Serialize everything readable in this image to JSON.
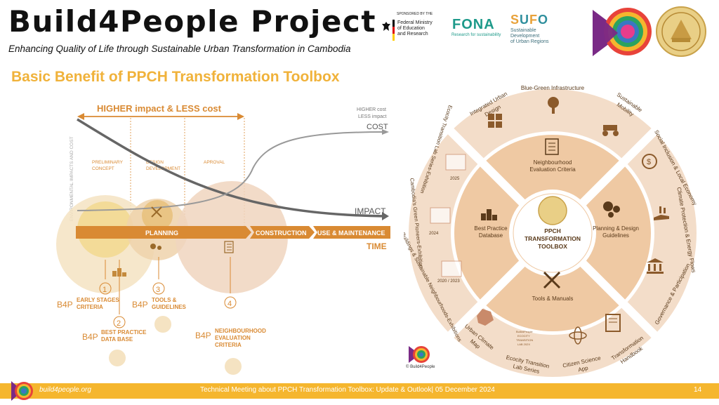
{
  "header": {
    "title": "Build4People Project",
    "subtitle": "Enhancing Quality of Life through Sustainable Urban Transformation in Cambodia"
  },
  "sponsors": {
    "sponsored_by": "SPONSORED BY THE",
    "bmbf_line1": "Federal Ministry",
    "bmbf_line2": "of Education",
    "bmbf_line3": "and Research",
    "fona": "FONA",
    "fona_sub": "Research for sustainability",
    "sufo": "SUFO",
    "sufo_line1": "Sustainable",
    "sufo_line2": "Development",
    "sufo_line3": "of Urban Regions"
  },
  "section_title": "Basic Benefit of PPCH Transformation Toolbox",
  "left_diagram": {
    "higher_impact": "HIGHER impact  & LESS cost",
    "y_axis": "ENVIRONMENTAL IMPACTS AND COST",
    "phase_preliminary_1": "PRELIMINARY",
    "phase_preliminary_2": "CONCEPT",
    "phase_design_1": "DESIGN",
    "phase_design_2": "DEVELOPMENT",
    "phase_approval": "APROVAL",
    "cost_note_1": "HIGHER cost",
    "cost_note_2": "LESS impact",
    "cost_label": "COST",
    "impact_label": "IMPACT",
    "time_label": "TIME",
    "stage_planning": "PLANNING",
    "stage_construction": "CONSTRUCTION",
    "stage_use": "USE & MAINTENANCE",
    "b4p": "B4P",
    "items": [
      {
        "num": "1",
        "line1": "EARLY STAGES",
        "line2": "CRITERIA"
      },
      {
        "num": "2",
        "line1": "BEST PRACTICE",
        "line2": "DATA BASE"
      },
      {
        "num": "3",
        "line1": "TOOLS &",
        "line2": "GUIDELINES"
      },
      {
        "num": "4",
        "line1": "NEIGHBOURHOOD",
        "line2": "EVALUATION",
        "line3": "CRITERIA"
      }
    ]
  },
  "toolbox": {
    "center_line1": "PPCH",
    "center_line2": "TRANSFORMATION",
    "center_line3": "TOOLBOX",
    "inner": {
      "top_1": "Neighbourhood",
      "top_2": "Evaluation Criteria",
      "right_1": "Planning & Design",
      "right_2": "Guidelines",
      "bottom": "Tools & Manuals",
      "left_1": "Best Practice",
      "left_2": "Database"
    },
    "outer": {
      "blue_green": "Blue-Green Infrastructure",
      "integrated_1": "Integrated Urban",
      "integrated_2": "Design",
      "mobility_1": "Sustainable",
      "mobility_2": "Mobility",
      "social": "Social Inclusion & Local Economy",
      "climate": "Climate Protection & Energy Flows",
      "governance": "Governance & Participation",
      "handbook_1": "Transformation",
      "handbook_2": "Handbook",
      "citizen_1": "Citizen Science",
      "citizen_2": "App",
      "lab_1": "Ecocity Transition",
      "lab_2": "Lab Series",
      "climate_map_1": "Urban Climate",
      "climate_map_2": "Map",
      "green_bld": "Green Buildings & Sustainable Neighbourhoods-Exhibitions",
      "pioneers": "Cambodia's Green Pioneers-Exhibition",
      "ecocity_exh": "Ecocity Transition Lab Series-Exhibition",
      "year_2025": "2025",
      "year_2024": "2024",
      "year_2020": "2020 / 2023",
      "lab_badge_1": "Build4People",
      "lab_badge_2": "ECOCITY",
      "lab_badge_3": "TRANSITION",
      "lab_badge_4": "LAB 202X"
    },
    "copyright": "© Build4People"
  },
  "footer": {
    "url": "build4people.org",
    "meeting": "Technical Meeting about PPCH Transformation Toolbox: Update & Outlook| 05 December 2024",
    "page": "14"
  },
  "colors": {
    "orange": "#d98a33",
    "gold": "#f0b23a",
    "footer": "#f5b62e",
    "ring": "#f3d9c2",
    "inner": "#f0c8a0"
  }
}
